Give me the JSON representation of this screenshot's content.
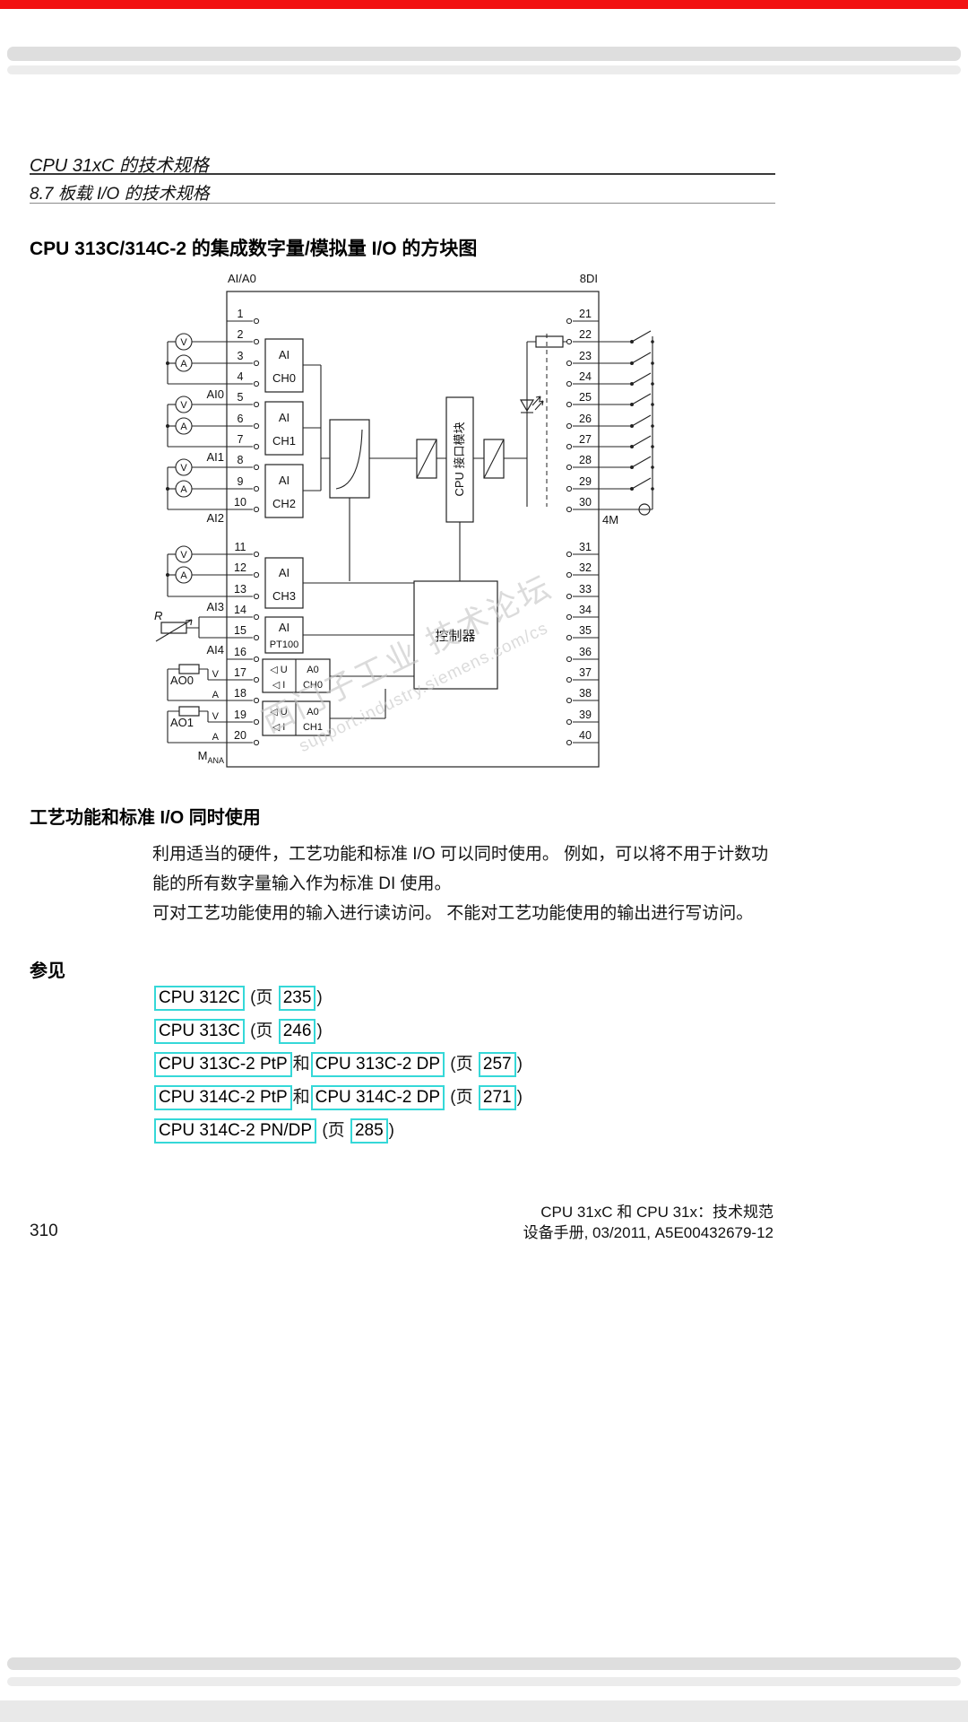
{
  "colors": {
    "red_bar": "#f21212",
    "link_box": "#35d8d8",
    "watermark": "#c6c6c6"
  },
  "running_header": {
    "line1": "CPU 31xC 的技术规格",
    "line2": "8.7 板载 I/O 的技术规格"
  },
  "title": "CPU 313C/314C-2 的集成数字量/模拟量 I/O 的方块图",
  "diagram": {
    "top_left_label": "AI/A0",
    "top_right_label": "8DI",
    "left_terminals": [
      "1",
      "2",
      "3",
      "4",
      "5",
      "6",
      "7",
      "8",
      "9",
      "10",
      "11",
      "12",
      "13",
      "14",
      "15",
      "16",
      "17",
      "18",
      "19",
      "20"
    ],
    "right_terminals": [
      "21",
      "22",
      "23",
      "24",
      "25",
      "26",
      "27",
      "28",
      "29",
      "30",
      "31",
      "32",
      "33",
      "34",
      "35",
      "36",
      "37",
      "38",
      "39",
      "40"
    ],
    "channels": [
      {
        "l1": "AI",
        "l2": "CH0"
      },
      {
        "l1": "AI",
        "l2": "CH1"
      },
      {
        "l1": "AI",
        "l2": "CH2"
      },
      {
        "l1": "AI",
        "l2": "CH3"
      },
      {
        "l1": "AI",
        "l2": "PT100"
      }
    ],
    "ao_blocks": [
      {
        "u": "◁ U",
        "i": "◁ I",
        "l1": "A0",
        "l2": "CH0"
      },
      {
        "u": "◁ U",
        "i": "◁ I",
        "l1": "A0",
        "l2": "CH1"
      }
    ],
    "cpu_interface_label": "CPU 接口模块",
    "controller_label": "控制器",
    "group_labels": [
      "AI0",
      "AI1",
      "AI2",
      "AI3",
      "AI4"
    ],
    "ao_labels": [
      "AO0",
      "AO1"
    ],
    "r_label": "R",
    "v_label": "V",
    "a_label": "A",
    "m_ana_main": "M",
    "m_ana_sub": "ANA",
    "bottom_right_label": "4M"
  },
  "watermark": {
    "line1": "西门子工业 技术论坛",
    "line2": "support.industry.siemens.com/cs"
  },
  "section1": {
    "heading": "工艺功能和标准 I/O 同时使用",
    "para1": "利用适当的硬件，工艺功能和标准 I/O 可以同时使用。 例如，可以将不用于计数功能的所有数字量输入作为标准 DI 使用。",
    "para2": "可对工艺功能使用的输入进行读访问。 不能对工艺功能使用的输出进行写访问。"
  },
  "references": {
    "heading": "参见",
    "page_prefix": "(页",
    "page_suffix": ")",
    "joiner": "和",
    "items": [
      {
        "links": [
          "CPU 312C"
        ],
        "page": "235"
      },
      {
        "links": [
          "CPU 313C"
        ],
        "page": "246"
      },
      {
        "links": [
          "CPU 313C-2 PtP",
          "CPU 313C-2 DP"
        ],
        "page": "257"
      },
      {
        "links": [
          "CPU 314C-2 PtP",
          "CPU 314C-2 DP"
        ],
        "page": "271"
      },
      {
        "links": [
          "CPU 314C-2 PN/DP"
        ],
        "page": "285"
      }
    ]
  },
  "footer": {
    "page_number": "310",
    "right_line1": "CPU 31xC 和 CPU 31x：技术规范",
    "right_line2": "设备手册, 03/2011, A5E00432679-12"
  }
}
